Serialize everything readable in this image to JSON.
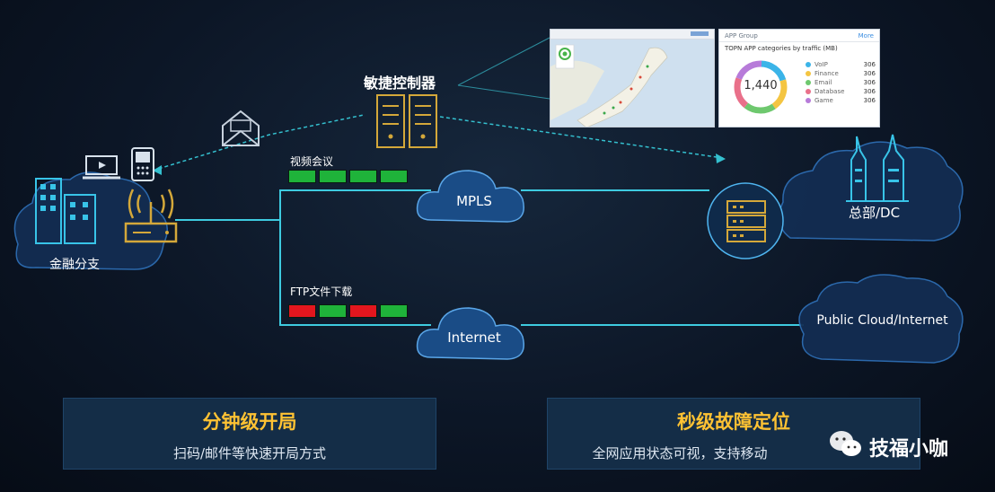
{
  "controller": {
    "label": "敏捷控制器"
  },
  "branch": {
    "label": "金融分支"
  },
  "hq": {
    "label": "总部/DC"
  },
  "clouds": {
    "mpls": "MPLS",
    "internet": "Internet",
    "public": "Public Cloud/Internet"
  },
  "flows": {
    "video": {
      "label": "视频会议",
      "segments": [
        "green",
        "green",
        "green",
        "green"
      ]
    },
    "ftp": {
      "label": "FTP文件下载",
      "segments": [
        "red",
        "green",
        "red",
        "green"
      ]
    }
  },
  "map_card": {
    "header_text": "",
    "status": "ok"
  },
  "app_card": {
    "title": "APP Group",
    "more": "More",
    "subtitle": "TOPN APP categories by traffic (MB)",
    "total": "1,440",
    "legend": [
      {
        "name": "VoIP",
        "value": "306",
        "color": "#3bb4e8"
      },
      {
        "name": "Finance",
        "value": "306",
        "color": "#f4c542"
      },
      {
        "name": "Email",
        "value": "306",
        "color": "#6ec86e"
      },
      {
        "name": "Database",
        "value": "306",
        "color": "#e9708a"
      },
      {
        "name": "Game",
        "value": "306",
        "color": "#b77bd9"
      }
    ]
  },
  "panels": [
    {
      "title": "分钟级开局",
      "desc": "扫码/邮件等快速开局方式"
    },
    {
      "title": "秒级故障定位",
      "desc": "全网应用状态可视，支持移动"
    }
  ],
  "watermark": {
    "text": "技福小咖"
  },
  "colors": {
    "accent_line": "#38c6d6",
    "green": "#1fb33a",
    "red": "#e3161e",
    "title_gold": "#ffc233"
  }
}
